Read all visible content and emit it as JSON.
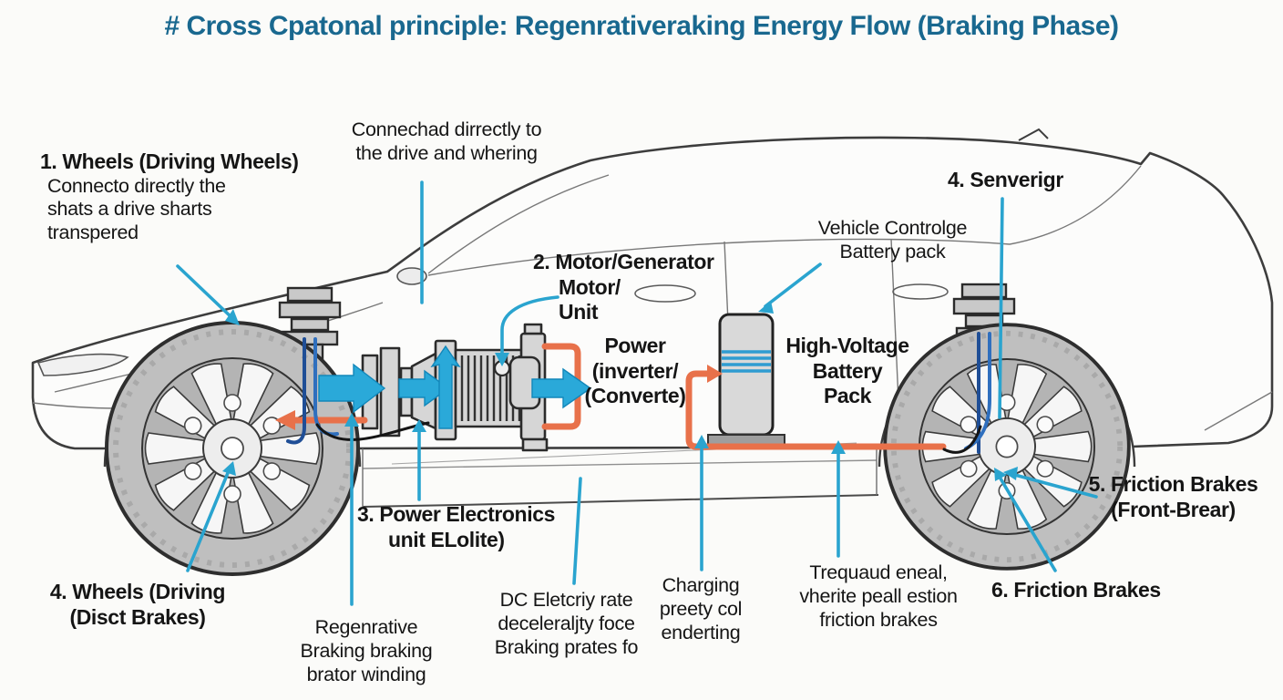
{
  "title": "# Cross Cpatonal principle: Regenrativeraking Energy Flow (Braking Phase)",
  "colors": {
    "title_teal": "#19688f",
    "leader_cyan": "#2aa4cf",
    "flow_arrow_blue": "#2aa9d9",
    "energy_orange": "#e8714a",
    "cable_navy": "#1f4e96"
  },
  "labels": {
    "wheels1": {
      "heading": "1. Wheels (Driving Wheels)",
      "lines": [
        "Connecto directly the",
        "shats a drive sharts",
        "transpered"
      ]
    },
    "connect_note": {
      "lines": [
        "Connechad dirrectly to",
        "the drive and whering"
      ]
    },
    "motor2": {
      "heading": "2. Motor/Generator",
      "lines": [
        "Motor/",
        "Unit"
      ]
    },
    "power_inverter": {
      "lines": [
        "Power",
        "(inverter/",
        "(Converte)"
      ]
    },
    "vehicle_controller": {
      "lines": [
        "Vehicle Controlge",
        "Battery pack"
      ]
    },
    "sensor4": {
      "heading": "4. Senverigr"
    },
    "hv_battery": {
      "lines": [
        "High-Voltage",
        "Battery",
        "Pack"
      ]
    },
    "power_electronics3": {
      "heading": "3. Power Electronics",
      "sub": "unit ELolite)"
    },
    "wheels4": {
      "lines": [
        "4. Wheels (Driving",
        "(Disct Brakes)"
      ]
    },
    "regen": {
      "lines": [
        "Regenrative",
        "Braking braking",
        "brator winding"
      ]
    },
    "dc_note": {
      "lines": [
        "DC Eletcriy rate",
        "deceleraljty foce",
        "Braking prates fo"
      ]
    },
    "charging": {
      "lines": [
        "Charging",
        "preety col",
        "enderting"
      ]
    },
    "torque_note": {
      "lines": [
        "Trequaud eneal,",
        "vherite peall estion",
        "friction brakes"
      ]
    },
    "friction5": {
      "lines": [
        "5. Friction Brakes",
        "(Front-Brear)"
      ]
    },
    "friction6": {
      "heading": "6. Friction Brakes"
    }
  }
}
